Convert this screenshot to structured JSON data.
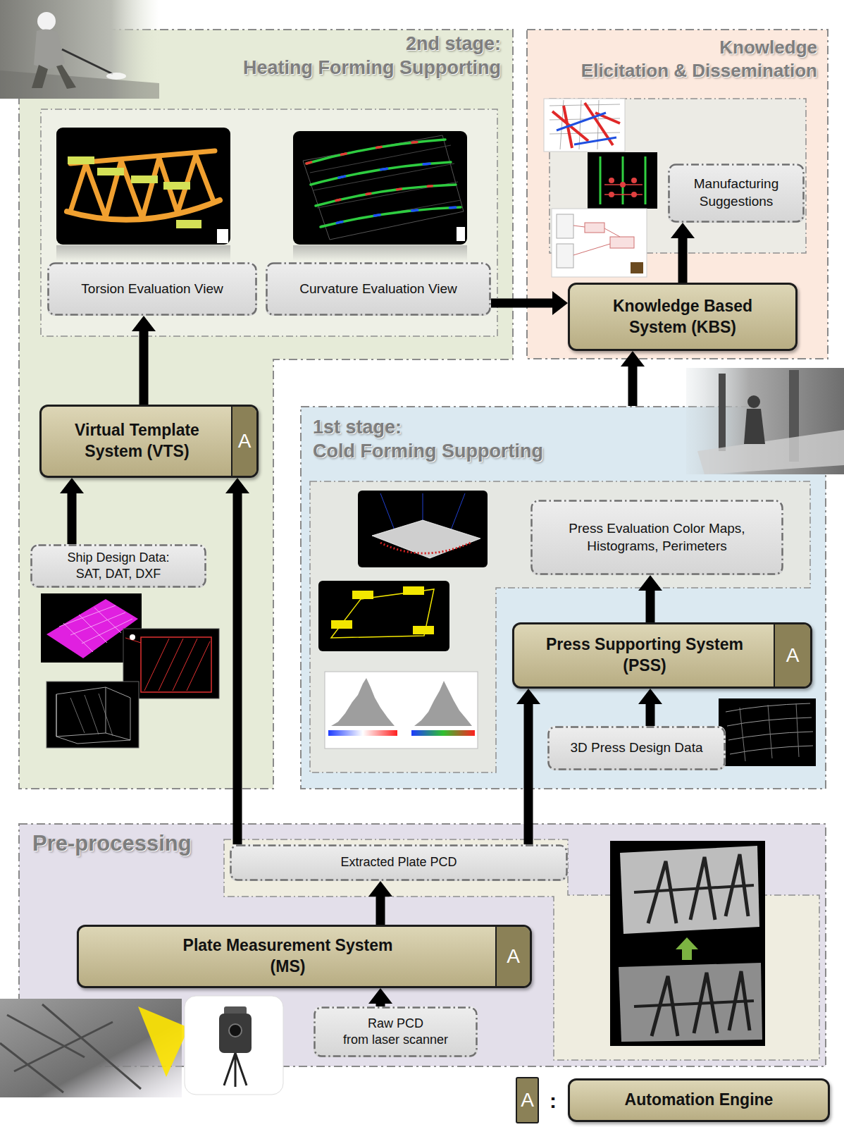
{
  "diagram": {
    "nodes": [
      {
        "text": [
          "2nd stage: Heating Forming Supporting"
        ]
      },
      {
        "text": [
          "Torsion Evaluation View"
        ],
        "in": 0
      },
      {
        "text": [
          "Curvature Evaluation View"
        ],
        "in": 0
      },
      {
        "text": [
          "Virtual Template System (VTS)"
        ],
        "in": 0
      },
      {
        "text": [
          "A"
        ],
        "in": 3
      },
      {
        "text": [
          "Ship Design Data: SAT, DAT, DXF"
        ],
        "in": 0
      },
      {
        "text": [
          "Knowledge Elicitation & Dissemination"
        ]
      },
      {
        "text": [
          "Manufacturing Suggestions"
        ],
        "in": 6
      },
      {
        "text": [
          "Knowledge Based System (KBS)"
        ],
        "in": 6
      },
      {
        "text": [
          "1st stage: Cold Forming Supporting"
        ]
      },
      {
        "text": [
          "Press Evaluation Color Maps, Histograms, Perimeters"
        ],
        "in": 9
      },
      {
        "text": [
          "Press Supporting System (PSS)"
        ],
        "in": 9
      },
      {
        "text": [
          "A"
        ],
        "in": 11
      },
      {
        "text": [
          "3D Press Design Data"
        ],
        "in": 9
      },
      {
        "text": [
          "Pre-processing"
        ]
      },
      {
        "text": [
          "Extracted Plate PCD"
        ],
        "in": 14
      },
      {
        "text": [
          "Plate Measurement System (MS)"
        ],
        "in": 14
      },
      {
        "text": [
          "A"
        ],
        "in": 16
      },
      {
        "text": [
          "Raw PCD from laser scanner"
        ],
        "in": 14
      }
    ],
    "edges": [
      {
        "from": 2,
        "to": 8,
        "arrow": "to"
      },
      {
        "from": 3,
        "to": 1,
        "arrow": "to"
      },
      {
        "from": 5,
        "to": 3,
        "arrow": "to"
      },
      {
        "from": 15,
        "to": 3,
        "arrow": "to"
      },
      {
        "from": 15,
        "to": 11,
        "arrow": "to"
      },
      {
        "from": 16,
        "to": 15,
        "arrow": "to"
      },
      {
        "from": 18,
        "to": 16,
        "arrow": "to"
      },
      {
        "from": 13,
        "to": 11,
        "arrow": "to"
      },
      {
        "from": 11,
        "to": 10,
        "arrow": "to"
      },
      {
        "from": 9,
        "to": 8,
        "arrow": "to"
      },
      {
        "from": 8,
        "to": 7,
        "arrow": "to"
      }
    ],
    "labels": [
      "A",
      ":"
    ],
    "legend": [
      {
        "text": "Automation Engine",
        "color": "#8b8157"
      }
    ]
  }
}
